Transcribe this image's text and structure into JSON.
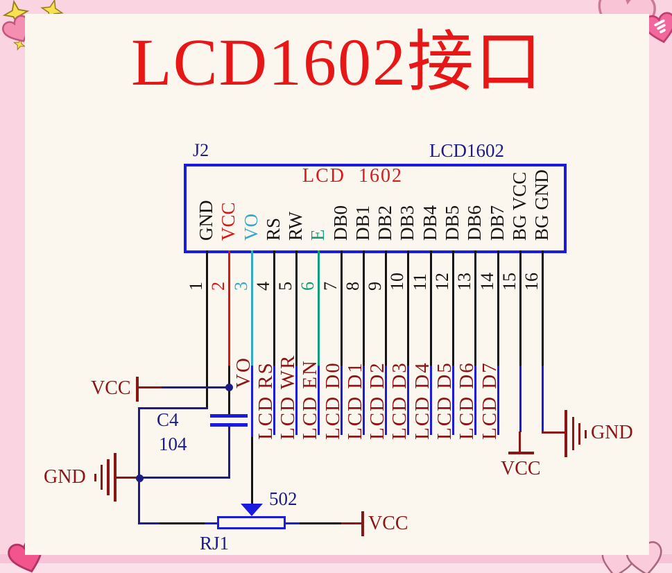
{
  "title": "LCD1602接口",
  "connector": {
    "designator": "J2",
    "part_label": "LCD1602",
    "inner_label": "LCD 1602",
    "pins": [
      {
        "num": "1",
        "name": "GND",
        "color": "black",
        "net": ""
      },
      {
        "num": "2",
        "name": "VCC",
        "color": "red",
        "net": ""
      },
      {
        "num": "3",
        "name": "VO",
        "color": "cyan",
        "net": "VO"
      },
      {
        "num": "4",
        "name": "RS",
        "color": "black",
        "net": "LCD RS"
      },
      {
        "num": "5",
        "name": "RW",
        "color": "black",
        "net": "LCD WR"
      },
      {
        "num": "6",
        "name": "E",
        "color": "teal",
        "net": "LCD EN"
      },
      {
        "num": "7",
        "name": "DB0",
        "color": "black",
        "net": "LCD D0"
      },
      {
        "num": "8",
        "name": "DB1",
        "color": "black",
        "net": "LCD D1"
      },
      {
        "num": "9",
        "name": "DB2",
        "color": "black",
        "net": "LCD D2"
      },
      {
        "num": "10",
        "name": "DB3",
        "color": "black",
        "net": "LCD D3"
      },
      {
        "num": "11",
        "name": "DB4",
        "color": "black",
        "net": "LCD D4"
      },
      {
        "num": "12",
        "name": "DB5",
        "color": "black",
        "net": "LCD D5"
      },
      {
        "num": "13",
        "name": "DB6",
        "color": "black",
        "net": "LCD D6"
      },
      {
        "num": "14",
        "name": "DB7",
        "color": "black",
        "net": "LCD D7"
      },
      {
        "num": "15",
        "name": "BG VCC",
        "color": "black",
        "net": ""
      },
      {
        "num": "16",
        "name": "BG GND",
        "color": "black",
        "net": ""
      }
    ]
  },
  "components": {
    "capacitor": {
      "ref": "C4",
      "value": "104"
    },
    "potentiometer": {
      "ref": "RJ1",
      "value": "502"
    }
  },
  "power_labels": {
    "vcc_left": "VCC",
    "gnd_left": "GND",
    "vcc_pot": "VCC",
    "vcc_backlight": "VCC",
    "gnd_backlight": "GND"
  },
  "colors": {
    "title_red": "#e81717",
    "wire_blue": "#1b1bdf",
    "navy": "#1c1c88",
    "maroon": "#8c1616",
    "cyan": "#2fa9cc",
    "teal": "#0e9e7a",
    "red_wire": "#dd1414",
    "black": "#141414",
    "panel_bg": "#fcf7ee",
    "pink_bg": "#fad4e1"
  }
}
